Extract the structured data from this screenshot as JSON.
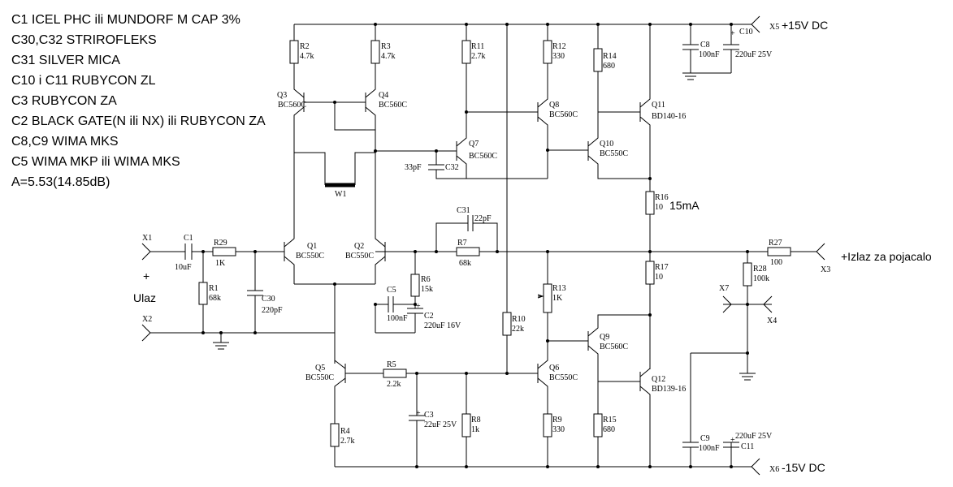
{
  "notes": [
    "C1 ICEL PHC ili MUNDORF M CAP 3%",
    "C30,C32 STRIROFLEKS",
    "C31 SILVER MICA",
    "C10 i C11 RUBYCON ZL",
    "C3 RUBYCON ZA",
    "C2 BLACK GATE(N ili NX) ili RUBYCON ZA",
    "C8,C9 WIMA MKS",
    "C5 WIMA MKP ili WIMA MKS",
    "A=5.53(14.85dB)"
  ],
  "terminals": {
    "x1": "X1",
    "x1_plus": "+",
    "ulaz": "Ulaz",
    "x2": "X2",
    "x3": "X3",
    "output": "+Izlaz za pojacalo",
    "x4": "X4",
    "x7": "X7",
    "x5": "X5",
    "vplus": "+15V DC",
    "x6": "X6",
    "vminus": "-15V DC"
  },
  "resistors": {
    "r1": {
      "name": "R1",
      "value": "68k"
    },
    "r2": {
      "name": "R2",
      "value": "4.7k"
    },
    "r3": {
      "name": "R3",
      "value": "4.7k"
    },
    "r4": {
      "name": "R4",
      "value": "2.7k"
    },
    "r5": {
      "name": "R5",
      "value": "2.2k"
    },
    "r6": {
      "name": "R6",
      "value": "15k"
    },
    "r7": {
      "name": "R7",
      "value": "68k"
    },
    "r8": {
      "name": "R8",
      "value": "1k"
    },
    "r9": {
      "name": "R9",
      "value": "330"
    },
    "r10": {
      "name": "R10",
      "value": "22k"
    },
    "r11": {
      "name": "R11",
      "value": "2.7k"
    },
    "r12": {
      "name": "R12",
      "value": "330"
    },
    "r13": {
      "name": "R13",
      "value": "1K"
    },
    "r14": {
      "name": "R14",
      "value": "680"
    },
    "r15": {
      "name": "R15",
      "value": "680"
    },
    "r16": {
      "name": "R16",
      "value": "10"
    },
    "r17": {
      "name": "R17",
      "value": "10"
    },
    "r27": {
      "name": "R27",
      "value": "100"
    },
    "r28": {
      "name": "R28",
      "value": "100k"
    },
    "r29": {
      "name": "R29",
      "value": "1K"
    }
  },
  "capacitors": {
    "c1": {
      "name": "C1",
      "value": "10uF"
    },
    "c2": {
      "name": "C2",
      "value": "220uF 16V"
    },
    "c3": {
      "name": "C3",
      "value": "22uF 25V"
    },
    "c5": {
      "name": "C5",
      "value": "100nF"
    },
    "c8": {
      "name": "C8",
      "value": "100nF"
    },
    "c9": {
      "name": "C9",
      "value": "100nF"
    },
    "c10": {
      "name": "C10",
      "value": "220uF 25V"
    },
    "c11": {
      "name": "C11",
      "value": "220uF 25V"
    },
    "c30": {
      "name": "C30",
      "value": "220pF"
    },
    "c31": {
      "name": "C31",
      "value": "22pF"
    },
    "c32": {
      "name": "C32",
      "value": "33pF"
    }
  },
  "transistors": {
    "q1": {
      "name": "Q1",
      "type": "BC550C"
    },
    "q2": {
      "name": "Q2",
      "type": "BC550C"
    },
    "q3": {
      "name": "Q3",
      "type": "BC560C"
    },
    "q4": {
      "name": "Q4",
      "type": "BC560C"
    },
    "q5": {
      "name": "Q5",
      "type": "BC550C"
    },
    "q6": {
      "name": "Q6",
      "type": "BC550C"
    },
    "q7": {
      "name": "Q7",
      "type": "BC560C"
    },
    "q8": {
      "name": "Q8",
      "type": "BC560C"
    },
    "q9": {
      "name": "Q9",
      "type": "BC560C"
    },
    "q10": {
      "name": "Q10",
      "type": "BC550C"
    },
    "q11": {
      "name": "Q11",
      "type": "BD140-16"
    },
    "q12": {
      "name": "Q12",
      "type": "BD139-16"
    }
  },
  "jumper": {
    "name": "W1"
  },
  "annotations": {
    "bias_current": "15mA"
  }
}
